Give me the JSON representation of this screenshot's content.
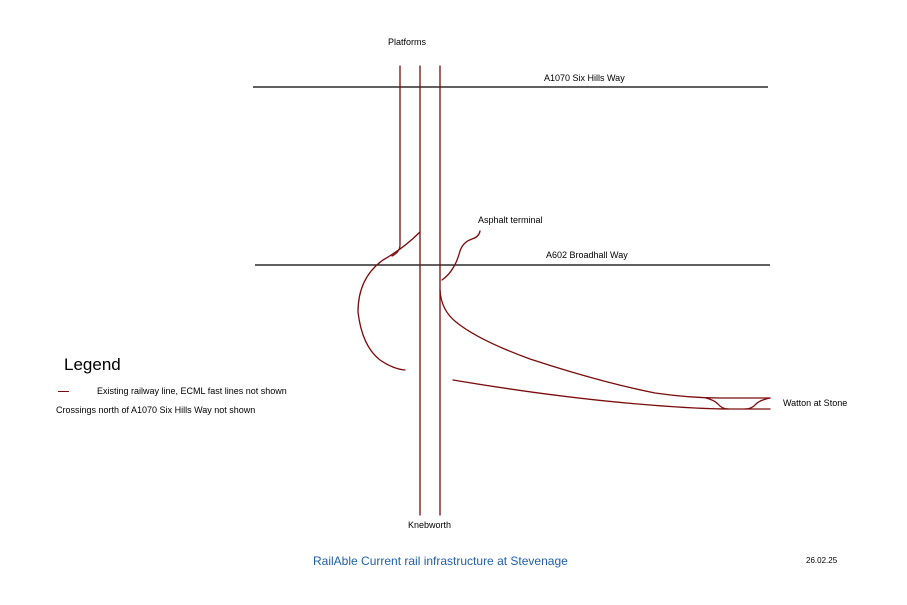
{
  "labels": {
    "platforms": "Platforms",
    "a1070": "A1070 Six Hills Way",
    "a602": "A602 Broadhall Way",
    "asphalt_terminal": "Asphalt terminal",
    "watton_at_stone": "Watton at Stone",
    "knebworth": "Knebworth"
  },
  "legend": {
    "title": "Legend",
    "existing_line": "Existing railway line, ECML fast lines not shown",
    "crossings_note": "Crossings north of A1070 Six Hills Way not shown"
  },
  "footer": {
    "caption": "RailAble  Current rail infrastructure at Stevenage",
    "date": "26.02.25"
  },
  "colors": {
    "railway": "#7a0c0c",
    "road": "#000000",
    "caption": "#1f5fa8"
  }
}
